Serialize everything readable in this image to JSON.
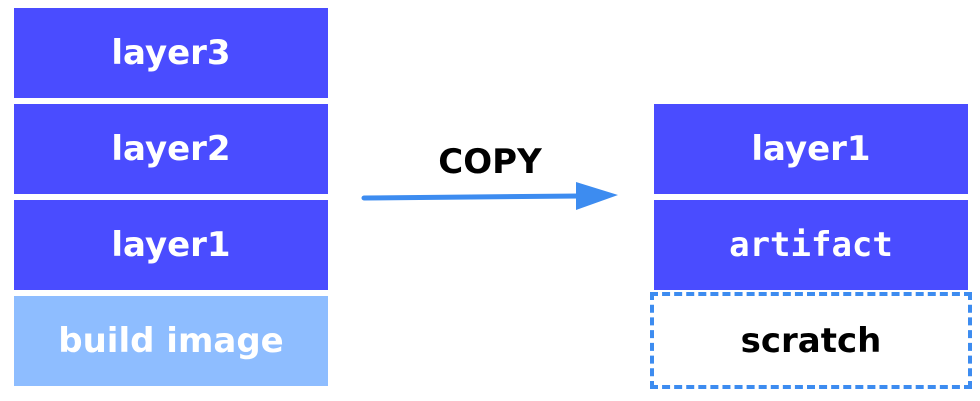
{
  "left_stack": {
    "layer3": "layer3",
    "layer2": "layer2",
    "layer1": "layer1",
    "build_image": "build image"
  },
  "arrow": {
    "label": "COPY",
    "color": "#3d8cf0"
  },
  "right_stack": {
    "layer1": "layer1",
    "artifact": "artifact",
    "scratch": "scratch"
  },
  "colors": {
    "layer": "#4a4cff",
    "build_image": "#8ebdff",
    "scratch_border": "#3d8cf0"
  }
}
